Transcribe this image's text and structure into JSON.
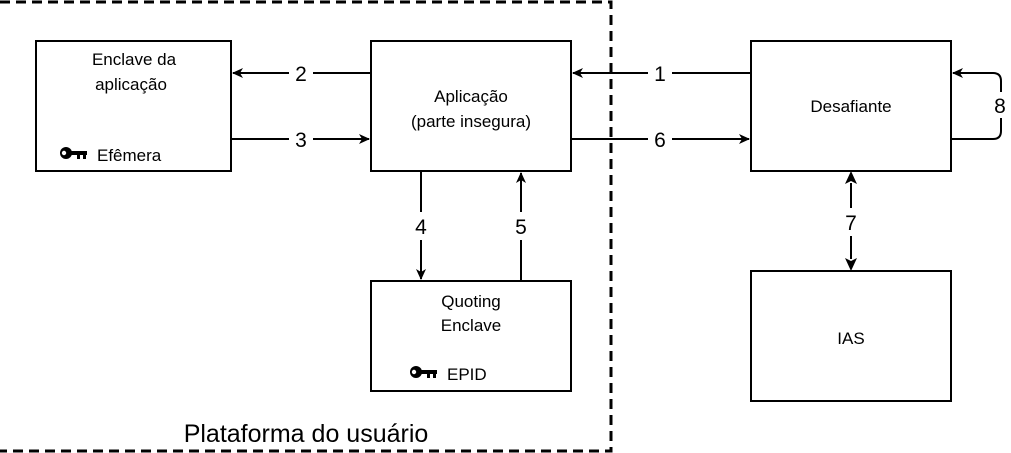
{
  "platform": {
    "label": "Plataforma do usuário"
  },
  "nodes": {
    "enclave_app": {
      "line1": "Enclave da",
      "line2": "aplicação",
      "key_label": "Efêmera"
    },
    "app": {
      "line1": "Aplicação",
      "line2": "(parte insegura)"
    },
    "quoting": {
      "line1": "Quoting",
      "line2": "Enclave",
      "key_label": "EPID"
    },
    "challenger": {
      "label": "Desafiante"
    },
    "ias": {
      "label": "IAS"
    }
  },
  "steps": {
    "s1": "1",
    "s2": "2",
    "s3": "3",
    "s4": "4",
    "s5": "5",
    "s6": "6",
    "s7": "7",
    "s8": "8"
  },
  "icons": {
    "key": "key-icon"
  },
  "colors": {
    "stroke": "#000000",
    "background": "#ffffff"
  }
}
